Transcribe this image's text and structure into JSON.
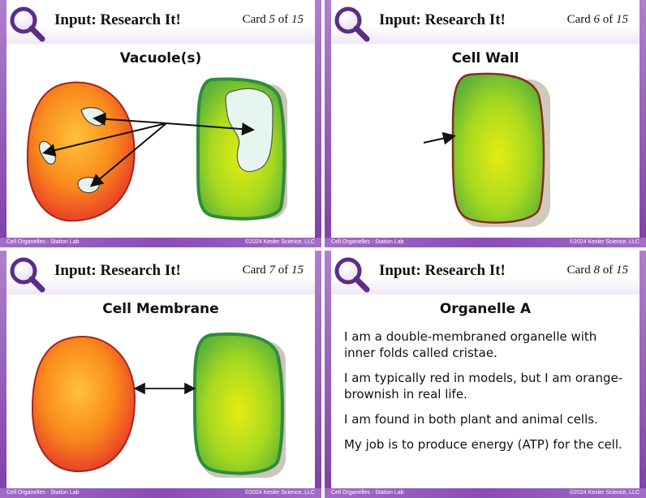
{
  "header_title": "Input: Research It!",
  "card_word": "Card",
  "of_word": "of",
  "total": "15",
  "footer_left": "Cell Organelles - Station Lab",
  "footer_right": "©2024 Kesler Science, LLC",
  "icon": "magnifying-glass-icon",
  "colors": {
    "accent_purple": "#8a4cb5",
    "animal_cell": "#f08a1c",
    "plant_cell": "#7cc72a"
  },
  "cards": [
    {
      "number": "5",
      "topic": "Vacuole(s)"
    },
    {
      "number": "6",
      "topic": "Cell Wall"
    },
    {
      "number": "7",
      "topic": "Cell Membrane"
    },
    {
      "number": "8",
      "topic": "Organelle A",
      "clues": [
        "I am a double-membraned organelle with inner folds called cristae.",
        "I am typically red in models, but I am orange-brownish in real life.",
        "I am found in both plant and animal cells.",
        "My job is to produce energy (ATP) for the cell."
      ]
    }
  ]
}
